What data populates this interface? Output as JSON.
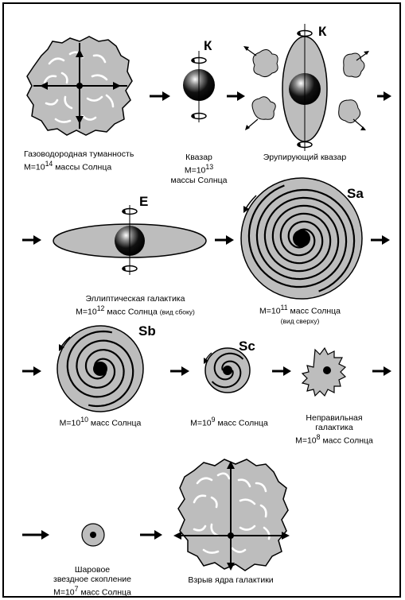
{
  "stages": {
    "nebula": {
      "line1": "Газоводородная туманность",
      "line2_prefix": "М=10",
      "line2_exp": "14",
      "line2_suffix": " массы Солнца"
    },
    "quasar": {
      "line1": "Квазар",
      "line2_prefix": "М=10",
      "line2_exp": "13",
      "line3": "массы Солнца",
      "letter": "К"
    },
    "erupting_quasar": {
      "line1": "Эрупирующий квазар",
      "letter": "К"
    },
    "elliptical": {
      "line1": "Эллиптическая галактика",
      "line2_prefix": "М=10",
      "line2_exp": "12",
      "line2_suffix": " масс Солнца ",
      "line2_note": "(вид сбоку)",
      "letter": "E"
    },
    "spiral_sa": {
      "line1_prefix": "М=10",
      "line1_exp": "11",
      "line1_suffix": " масс Солнца",
      "line2": "(вид сверху)",
      "letter": "Sa"
    },
    "spiral_sb": {
      "line1_prefix": "М=10",
      "line1_exp": "10",
      "line1_suffix": " масс Солнца",
      "letter": "Sb"
    },
    "spiral_sc": {
      "line1_prefix": "М=10",
      "line1_exp": "9",
      "line1_suffix": " масс Солнца",
      "letter": "Sc"
    },
    "irregular": {
      "line1": "Неправильная",
      "line2": "галактика",
      "line3_prefix": "М=10",
      "line3_exp": "8",
      "line3_suffix": " масс Солнца"
    },
    "globular": {
      "line1": "Шаровое",
      "line2": "звездное скопление",
      "line3_prefix": "М=10",
      "line3_exp": "7",
      "line3_suffix": " масс Солнца"
    },
    "explosion": {
      "line1": "Взрыв ядра галактики"
    }
  },
  "colors": {
    "fill": "#bdbdbd",
    "ink": "#000000",
    "background": "#ffffff"
  }
}
